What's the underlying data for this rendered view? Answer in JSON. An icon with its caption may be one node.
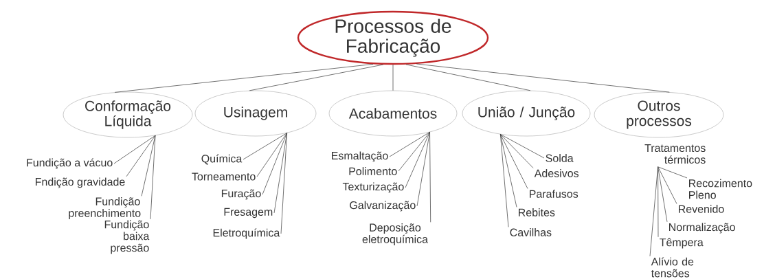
{
  "diagram": {
    "nodes": [
      {
        "text": [
          "Processos de Fabricação"
        ]
      },
      {
        "text": [
          "Conformação Líquida"
        ]
      },
      {
        "text": [
          "Usinagem"
        ]
      },
      {
        "text": [
          "Acabamentos"
        ]
      },
      {
        "text": [
          "União / Junção"
        ]
      },
      {
        "text": [
          "Outros processos"
        ]
      },
      {
        "text": [
          "Fundição a vácuo"
        ]
      },
      {
        "text": [
          "Fndição gravidade"
        ]
      },
      {
        "text": [
          "Fundição preenchimento"
        ]
      },
      {
        "text": [
          "Fundição baixa pressão"
        ]
      },
      {
        "text": [
          "Química"
        ]
      },
      {
        "text": [
          "Torneamento"
        ]
      },
      {
        "text": [
          "Furação"
        ]
      },
      {
        "text": [
          "Fresagem"
        ]
      },
      {
        "text": [
          "Eletroquímica"
        ]
      },
      {
        "text": [
          "Esmaltação"
        ]
      },
      {
        "text": [
          "Polimento"
        ]
      },
      {
        "text": [
          "Texturização"
        ]
      },
      {
        "text": [
          "Galvanização"
        ]
      },
      {
        "text": [
          "Deposição eletroquímica"
        ]
      },
      {
        "text": [
          "Solda"
        ]
      },
      {
        "text": [
          "Adesivos"
        ]
      },
      {
        "text": [
          "Parafusos"
        ]
      },
      {
        "text": [
          "Rebites"
        ]
      },
      {
        "text": [
          "Cavilhas"
        ]
      },
      {
        "text": [
          "Tratamentos térmicos"
        ]
      },
      {
        "text": [
          "Recozimento Pleno"
        ]
      },
      {
        "text": [
          "Revenido"
        ]
      },
      {
        "text": [
          "Normalização"
        ]
      },
      {
        "text": [
          "Têmpera"
        ]
      },
      {
        "text": [
          "Alívio de tensões"
        ]
      }
    ],
    "edges": [
      {
        "from": 0,
        "to": 1,
        "arrow": "none"
      },
      {
        "from": 0,
        "to": 2,
        "arrow": "none"
      },
      {
        "from": 0,
        "to": 3,
        "arrow": "none"
      },
      {
        "from": 0,
        "to": 4,
        "arrow": "none"
      },
      {
        "from": 0,
        "to": 5,
        "arrow": "none"
      },
      {
        "from": 1,
        "to": 6,
        "arrow": "none"
      },
      {
        "from": 1,
        "to": 7,
        "arrow": "none"
      },
      {
        "from": 1,
        "to": 8,
        "arrow": "none"
      },
      {
        "from": 1,
        "to": 9,
        "arrow": "none"
      },
      {
        "from": 2,
        "to": 10,
        "arrow": "none"
      },
      {
        "from": 2,
        "to": 11,
        "arrow": "none"
      },
      {
        "from": 2,
        "to": 12,
        "arrow": "none"
      },
      {
        "from": 2,
        "to": 13,
        "arrow": "none"
      },
      {
        "from": 2,
        "to": 14,
        "arrow": "none"
      },
      {
        "from": 3,
        "to": 15,
        "arrow": "none"
      },
      {
        "from": 3,
        "to": 16,
        "arrow": "none"
      },
      {
        "from": 3,
        "to": 17,
        "arrow": "none"
      },
      {
        "from": 3,
        "to": 18,
        "arrow": "none"
      },
      {
        "from": 3,
        "to": 19,
        "arrow": "none"
      },
      {
        "from": 4,
        "to": 20,
        "arrow": "none"
      },
      {
        "from": 4,
        "to": 21,
        "arrow": "none"
      },
      {
        "from": 4,
        "to": 22,
        "arrow": "none"
      },
      {
        "from": 4,
        "to": 23,
        "arrow": "none"
      },
      {
        "from": 4,
        "to": 24,
        "arrow": "none"
      },
      {
        "from": 25,
        "to": 26,
        "arrow": "none"
      },
      {
        "from": 25,
        "to": 27,
        "arrow": "none"
      },
      {
        "from": 25,
        "to": 28,
        "arrow": "none"
      },
      {
        "from": 25,
        "to": 29,
        "arrow": "none"
      },
      {
        "from": 25,
        "to": 30,
        "arrow": "none"
      }
    ]
  }
}
